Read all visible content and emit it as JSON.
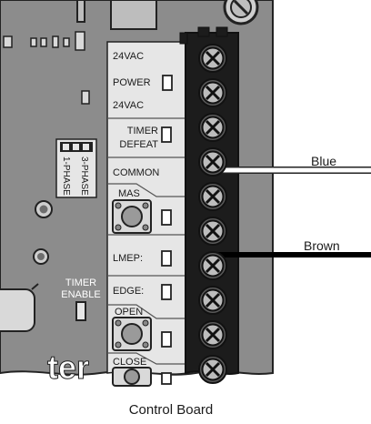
{
  "caption": "Control Board",
  "wire_labels": {
    "blue": "Blue",
    "brown": "Brown"
  },
  "board_labels": {
    "vac_top": "24VAC",
    "power": "POWER",
    "vac_bottom": "24VAC",
    "timer_line1": "TIMER",
    "timer_line2": "DEFEAT",
    "common": "COMMON",
    "mas": "MAS",
    "lmep": "LMEP:",
    "edge": "EDGE:",
    "open": "OPEN",
    "close": "CLOSE",
    "timer_enable_line1": "TIMER",
    "timer_enable_line2": "ENABLE",
    "phase3": "3-PHASE",
    "phase1": "1-PHASE"
  },
  "logo_text": "ter",
  "colors": {
    "board": "#8c8c8c",
    "panel": "#e6e6e6",
    "terminal_strip": "#1c1c1c",
    "screw": "#bdbdbd",
    "wire_brown": "#000000",
    "wire_blue": "#ffffff"
  }
}
